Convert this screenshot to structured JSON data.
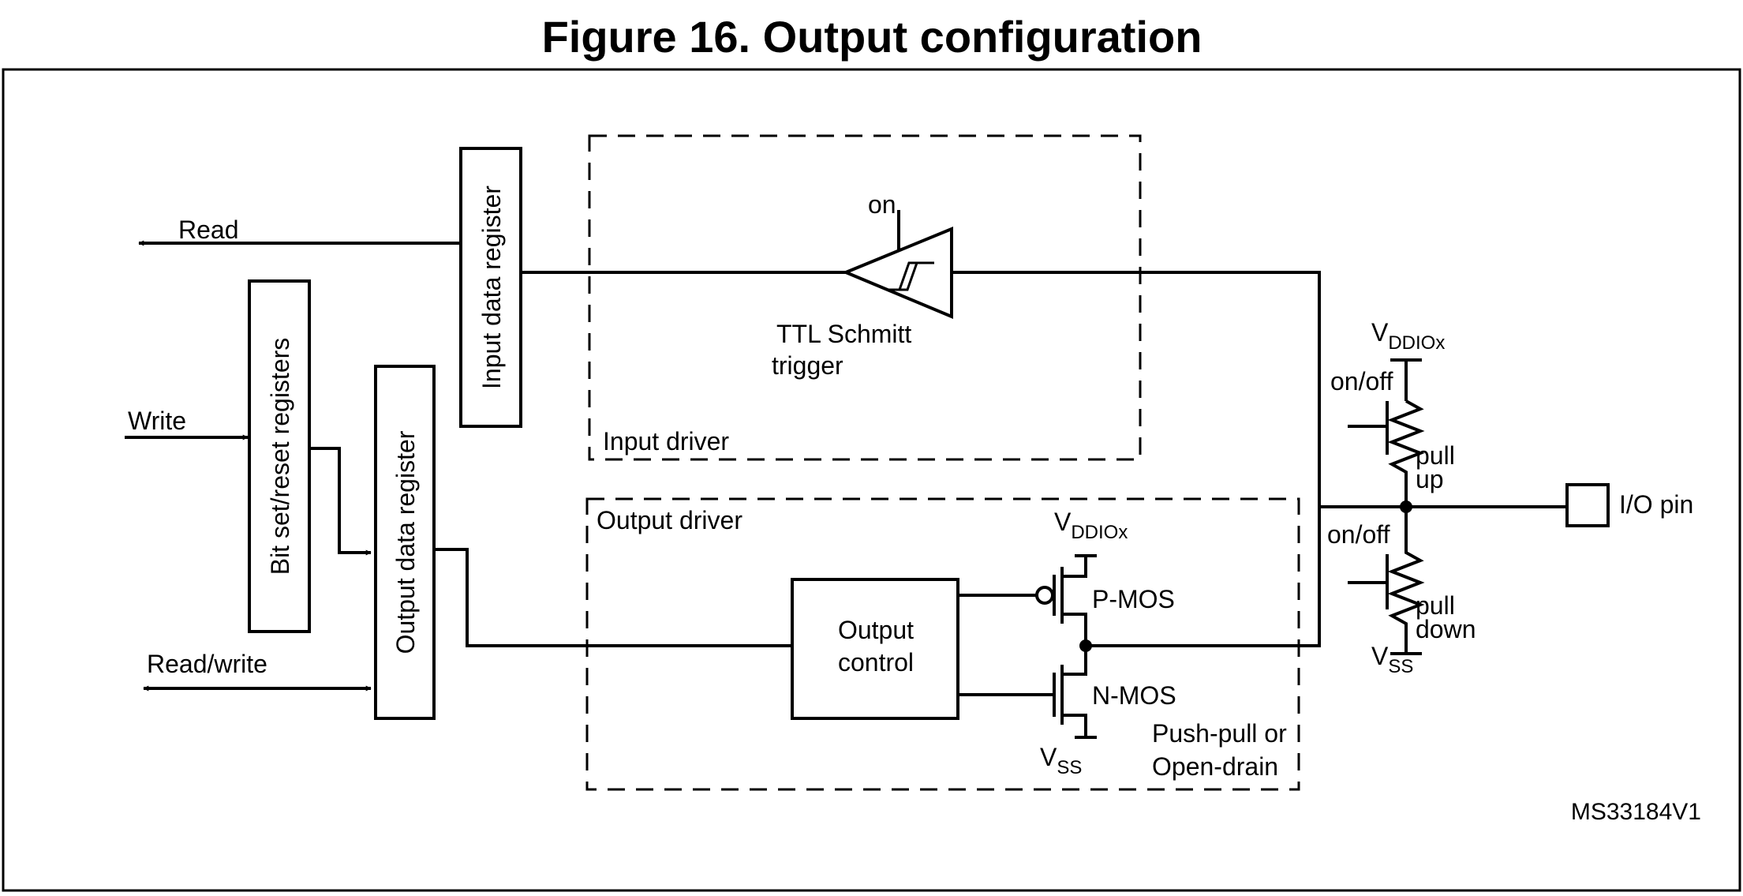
{
  "title": "Figure 16. Output configuration",
  "signals": {
    "read": "Read",
    "write": "Write",
    "read_write": "Read/write"
  },
  "registers": {
    "input_data": "Input data register",
    "bit_set_reset": "Bit set/reset registers",
    "output_data": "Output data register"
  },
  "input_driver": {
    "label": "Input driver",
    "schmitt_line1": "TTL Schmitt",
    "schmitt_line2": "trigger",
    "on": "on"
  },
  "output_driver": {
    "label": "Output driver",
    "control_line1": "Output",
    "control_line2": "control",
    "pmos": "P-MOS",
    "nmos": "N-MOS",
    "mode_line1": "Push-pull or",
    "mode_line2": "Open-drain",
    "vdd_main": "V",
    "vdd_sub": "DDIOx",
    "vss_main": "V",
    "vss_sub": "SS"
  },
  "pull_network": {
    "vdd_main": "V",
    "vdd_sub": "DDIOx",
    "vss_main": "V",
    "vss_sub": "SS",
    "on_off_up": "on/off",
    "on_off_down": "on/off",
    "pull_up_line1": "pull",
    "pull_up_line2": "up",
    "pull_down_line1": "pull",
    "pull_down_line2": "down"
  },
  "io_pin": "I/O pin",
  "figure_id": "MS33184V1"
}
